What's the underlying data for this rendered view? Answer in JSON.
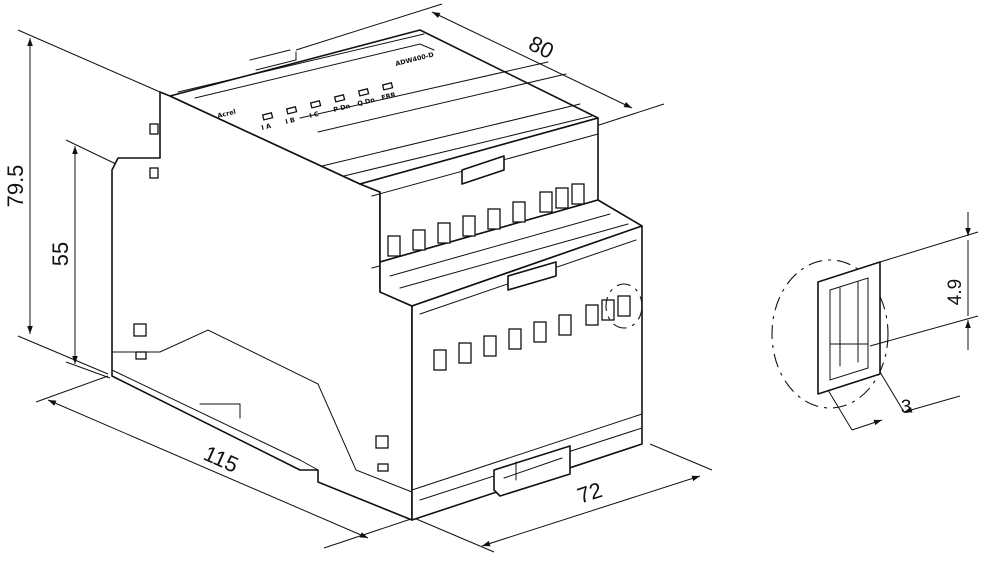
{
  "dimensions": {
    "total_height": "79.5",
    "body_height": "55",
    "depth": "80",
    "length": "115",
    "width": "72",
    "terminal_opening_height": "4.9",
    "terminal_opening_width": "3"
  },
  "panel_labels": {
    "brand": "Acrel",
    "model": "ADW400-D",
    "indicators": [
      "I A",
      "I B",
      "I C",
      "P Dn",
      "Q Dn",
      "ERR"
    ]
  }
}
